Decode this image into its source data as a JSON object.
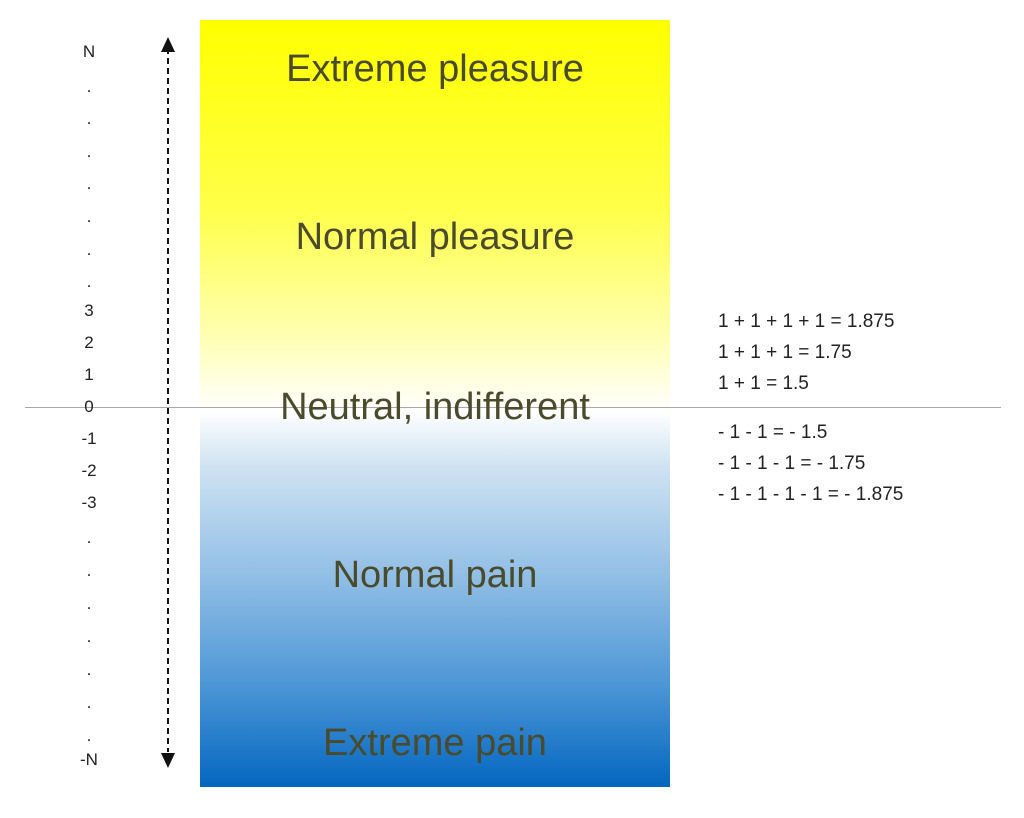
{
  "scale": {
    "labels": [
      "N",
      ".",
      ".",
      ".",
      ".",
      ".",
      ".",
      ".",
      "3",
      "2",
      "1",
      "0",
      "-1",
      "-2",
      "-3",
      ".",
      ".",
      ".",
      ".",
      ".",
      ".",
      ".",
      "-N"
    ]
  },
  "zones": {
    "extreme_pleasure": "Extreme pleasure",
    "normal_pleasure": "Normal pleasure",
    "neutral": "Neutral, indifferent",
    "normal_pain": "Normal pain",
    "extreme_pain": "Extreme pain"
  },
  "formulas": {
    "positive": [
      "1 + 1 + 1 + 1 = 1.875",
      "1 + 1 + 1 = 1.75",
      "1 + 1 = 1.5"
    ],
    "negative": [
      "- 1 - 1 = - 1.5",
      "- 1 - 1 - 1 = - 1.75",
      "- 1 - 1 - 1 - 1 = - 1.875"
    ]
  },
  "colors": {
    "pleasure": "#ffff00",
    "neutral": "#ffffff",
    "pain": "#0467c0"
  }
}
